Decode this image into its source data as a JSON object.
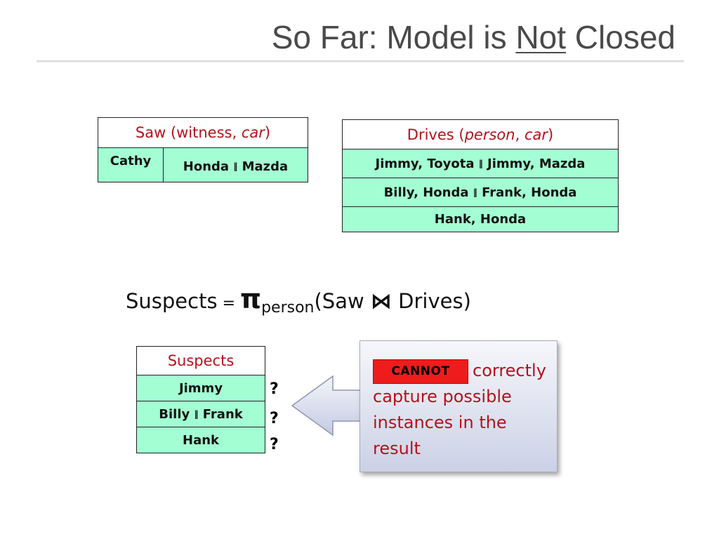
{
  "slide": {
    "title_prefix": "So Far: Model is ",
    "title_emphasis": "Not",
    "title_suffix": " Closed"
  },
  "saw_table": {
    "header_name": "Saw (witness, ",
    "header_attr": "car",
    "header_close": ")",
    "witness": "Cathy",
    "car_option_1": "Honda",
    "separator": "‖",
    "car_option_2": "Mazda"
  },
  "drives_table": {
    "header_name": "Drives (",
    "header_attr_1": "person",
    "header_comma": ", ",
    "header_attr_2": "car",
    "header_close": ")",
    "rows": [
      {
        "left": "Jimmy, Toyota",
        "sep": "‖",
        "right": "Jimmy, Mazda"
      },
      {
        "left": "Billy, Honda",
        "sep": "‖",
        "right": "Frank, Honda"
      },
      {
        "left": "Hank, Honda"
      }
    ]
  },
  "formula": {
    "lhs": "Suspects",
    "eq": " = ",
    "pi": "π",
    "subscript": "person",
    "open": "(Saw ",
    "join": "⋈",
    "close": " Drives)"
  },
  "suspects_table": {
    "header": "Suspects",
    "rows": [
      {
        "left": "Jimmy"
      },
      {
        "left": "Billy ",
        "sep": "‖",
        "right": "Frank"
      },
      {
        "left": "Hank"
      }
    ],
    "question_mark": "?"
  },
  "callout": {
    "badge": "CANNOT",
    "text": "correctly capture possible instances in the result"
  },
  "colors": {
    "header_text": "#b5121b",
    "row_fill": "#a3ffd3",
    "badge_fill": "#ee1c1c",
    "title_text": "#4a4a4a"
  }
}
